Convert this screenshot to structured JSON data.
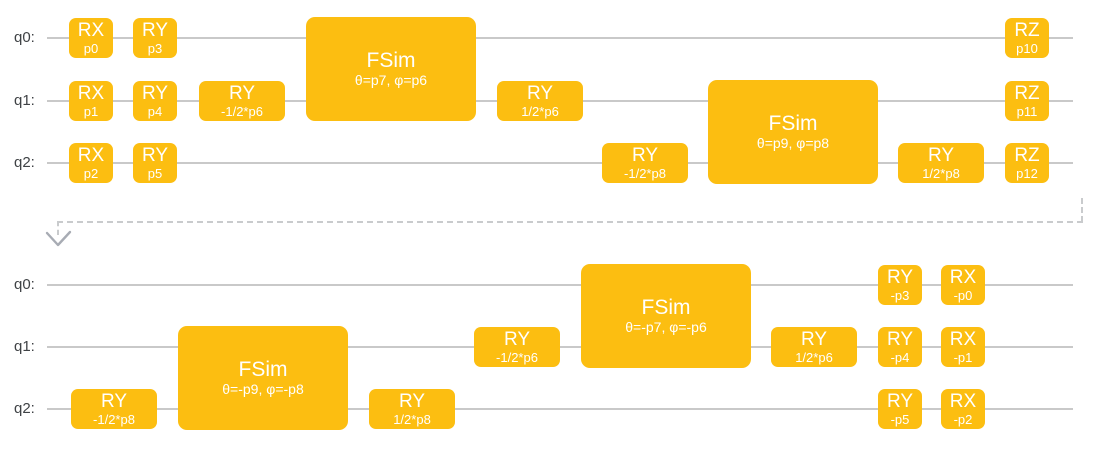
{
  "colors": {
    "background": "#FFFFFF",
    "gate_fill": "#FCBE11",
    "gate_text": "#FFFFFF",
    "wire": "#C9C9C9",
    "qubit_label": "#3F4245",
    "dashed_connector": "#C9CBCD",
    "arrow": "#A8ACB4"
  },
  "top_circuit": {
    "qubits": [
      "q0:",
      "q1:",
      "q2:"
    ],
    "gates": [
      {
        "label": "RX",
        "sub": "p0",
        "qubit": "q0"
      },
      {
        "label": "RY",
        "sub": "p3",
        "qubit": "q0"
      },
      {
        "label": "RX",
        "sub": "p1",
        "qubit": "q1"
      },
      {
        "label": "RY",
        "sub": "p4",
        "qubit": "q1"
      },
      {
        "label": "RY",
        "sub": "-1/2*p6",
        "qubit": "q1"
      },
      {
        "label": "RX",
        "sub": "p2",
        "qubit": "q2"
      },
      {
        "label": "RY",
        "sub": "p5",
        "qubit": "q2"
      },
      {
        "label": "FSim",
        "sub": "θ=p7, φ=p6",
        "qubit": "q0-q1"
      },
      {
        "label": "RY",
        "sub": "1/2*p6",
        "qubit": "q1"
      },
      {
        "label": "RY",
        "sub": "-1/2*p8",
        "qubit": "q2"
      },
      {
        "label": "FSim",
        "sub": "θ=p9, φ=p8",
        "qubit": "q1-q2"
      },
      {
        "label": "RY",
        "sub": "1/2*p8",
        "qubit": "q2"
      },
      {
        "label": "RZ",
        "sub": "p10",
        "qubit": "q0"
      },
      {
        "label": "RZ",
        "sub": "p11",
        "qubit": "q1"
      },
      {
        "label": "RZ",
        "sub": "p12",
        "qubit": "q2"
      }
    ]
  },
  "bottom_circuit": {
    "qubits": [
      "q0:",
      "q1:",
      "q2:"
    ],
    "gates": [
      {
        "label": "RY",
        "sub": "-1/2*p8",
        "qubit": "q2"
      },
      {
        "label": "FSim",
        "sub": "θ=-p9, φ=-p8",
        "qubit": "q1-q2"
      },
      {
        "label": "RY",
        "sub": "1/2*p8",
        "qubit": "q2"
      },
      {
        "label": "RY",
        "sub": "-1/2*p6",
        "qubit": "q1"
      },
      {
        "label": "FSim",
        "sub": "θ=-p7, φ=-p6",
        "qubit": "q0-q1"
      },
      {
        "label": "RY",
        "sub": "1/2*p6",
        "qubit": "q1"
      },
      {
        "label": "RY",
        "sub": "-p3",
        "qubit": "q0"
      },
      {
        "label": "RX",
        "sub": "-p0",
        "qubit": "q0"
      },
      {
        "label": "RY",
        "sub": "-p4",
        "qubit": "q1"
      },
      {
        "label": "RX",
        "sub": "-p1",
        "qubit": "q1"
      },
      {
        "label": "RY",
        "sub": "-p5",
        "qubit": "q2"
      },
      {
        "label": "RX",
        "sub": "-p2",
        "qubit": "q2"
      }
    ]
  }
}
